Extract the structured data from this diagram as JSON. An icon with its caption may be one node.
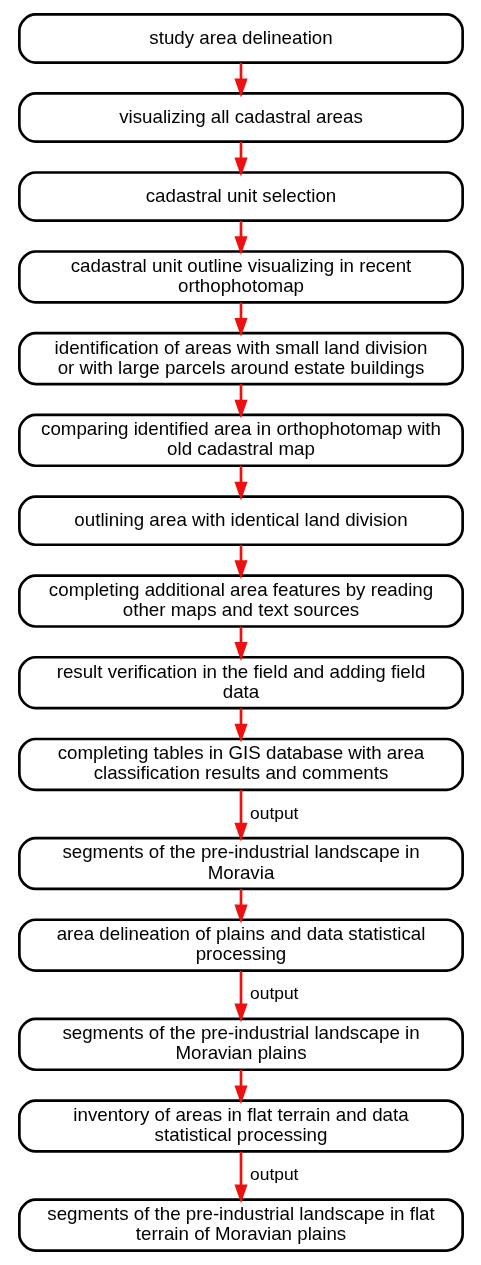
{
  "diagram": {
    "nodes": [
      {
        "text": [
          "study area delineation"
        ]
      },
      {
        "text": [
          "visualizing all cadastral areas"
        ]
      },
      {
        "text": [
          "cadastral unit selection"
        ]
      },
      {
        "text": [
          "cadastral unit outline visualizing in recent orthophotomap"
        ]
      },
      {
        "text": [
          "identification of areas with small land division or with large parcels around estate buildings"
        ]
      },
      {
        "text": [
          "comparing identified area in orthophotomap with old cadastral map"
        ]
      },
      {
        "text": [
          "outlining area with identical land division"
        ]
      },
      {
        "text": [
          "completing additional area features by reading other maps and text sources"
        ]
      },
      {
        "text": [
          "result verification in the field and adding field data"
        ]
      },
      {
        "text": [
          "completing tables in GIS database with area classification results and comments"
        ]
      },
      {
        "text": [
          "segments of the pre-industrial landscape in Moravia"
        ]
      },
      {
        "text": [
          "area delineation of plains and data statistical processing"
        ]
      },
      {
        "text": [
          "segments of the pre-industrial landscape in Moravian plains"
        ]
      },
      {
        "text": [
          "inventory of areas in flat terrain and data statistical processing"
        ]
      },
      {
        "text": [
          "segments of the pre-industrial landscape in flat terrain of Moravian plains"
        ]
      }
    ],
    "edges": [
      {
        "from": 0,
        "to": 1,
        "arrow": "to"
      },
      {
        "from": 1,
        "to": 2,
        "arrow": "to"
      },
      {
        "from": 2,
        "to": 3,
        "arrow": "to"
      },
      {
        "from": 3,
        "to": 4,
        "arrow": "to"
      },
      {
        "from": 4,
        "to": 5,
        "arrow": "to"
      },
      {
        "from": 5,
        "to": 6,
        "arrow": "to"
      },
      {
        "from": 6,
        "to": 7,
        "arrow": "to"
      },
      {
        "from": 7,
        "to": 8,
        "arrow": "to"
      },
      {
        "from": 8,
        "to": 9,
        "arrow": "to"
      },
      {
        "from": 9,
        "to": 10,
        "arrow": "to",
        "label": "output"
      },
      {
        "from": 10,
        "to": 11,
        "arrow": "to"
      },
      {
        "from": 11,
        "to": 12,
        "arrow": "to",
        "label": "output"
      },
      {
        "from": 12,
        "to": 13,
        "arrow": "to"
      },
      {
        "from": 13,
        "to": 14,
        "arrow": "to",
        "label": "output"
      }
    ]
  }
}
